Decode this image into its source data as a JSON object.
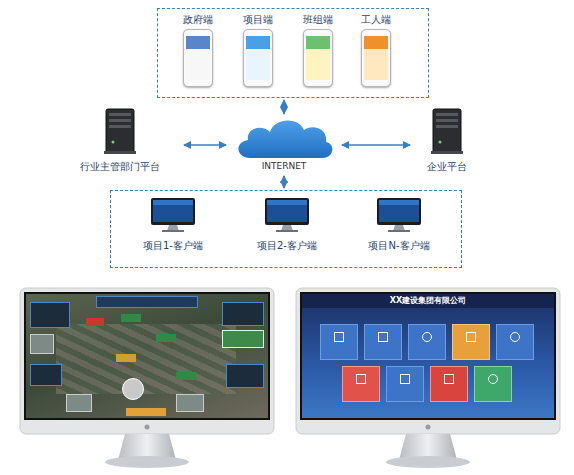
{
  "diagram": {
    "nodes": [
      {
        "text": []
      },
      {
        "text": [
          "政府端"
        ],
        "in": 0
      },
      {
        "text": [
          "项目端"
        ],
        "in": 0
      },
      {
        "text": [
          "班组端"
        ],
        "in": 0
      },
      {
        "text": [
          "工人端"
        ],
        "in": 0
      },
      {
        "text": [
          "行业主管部门平台"
        ]
      },
      {
        "text": [
          "INTERNET"
        ]
      },
      {
        "text": [
          "企业平台"
        ]
      },
      {
        "text": []
      },
      {
        "text": [
          "项目1-客户端"
        ],
        "in": 8
      },
      {
        "text": [
          "项目2-客户端"
        ],
        "in": 8
      },
      {
        "text": [
          "项目N-客户端"
        ],
        "in": 8
      }
    ],
    "edges": [
      {
        "from": 0,
        "to": 6,
        "arrow": "both"
      },
      {
        "from": 5,
        "to": 6,
        "arrow": "both"
      },
      {
        "from": 6,
        "to": 7,
        "arrow": "both"
      },
      {
        "from": 6,
        "to": 8,
        "arrow": "both"
      }
    ],
    "labels": [
      "XX建设集团有限公司"
    ]
  }
}
